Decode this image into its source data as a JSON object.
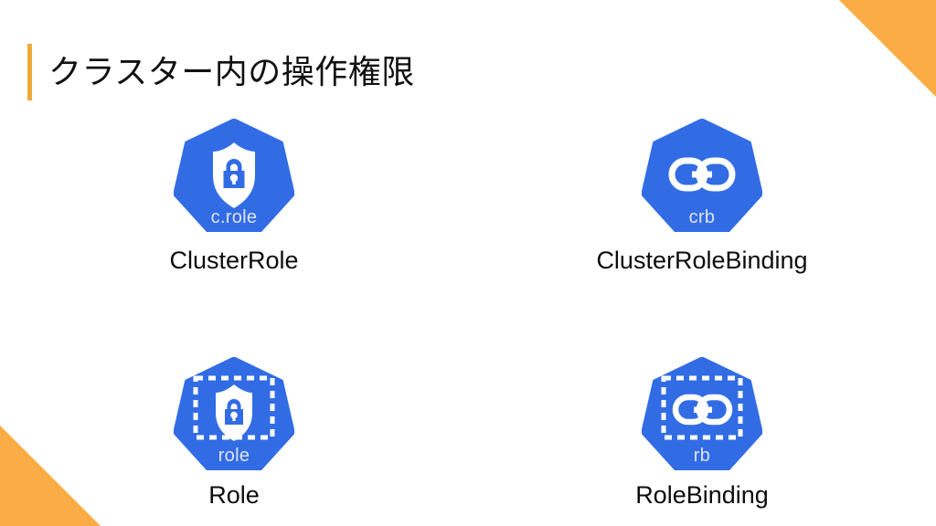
{
  "slide": {
    "title": "クラスター内の操作権限",
    "accent_color": "#EDA83A",
    "corner_color": "#FBAC44",
    "background_color": "#FFFFFF"
  },
  "palette": {
    "kubernetes_blue": "#326CE5",
    "badge_text": "#DFE4F1",
    "caption_text": "#0D0D0D"
  },
  "items": [
    {
      "code": "c.role",
      "caption": "ClusterRole",
      "icon": "shield-lock-icon",
      "scoped": false
    },
    {
      "code": "crb",
      "caption": "ClusterRoleBinding",
      "icon": "chain-link-icon",
      "scoped": false
    },
    {
      "code": "role",
      "caption": "Role",
      "icon": "shield-lock-icon",
      "scoped": true
    },
    {
      "code": "rb",
      "caption": "RoleBinding",
      "icon": "chain-link-icon",
      "scoped": true
    }
  ]
}
